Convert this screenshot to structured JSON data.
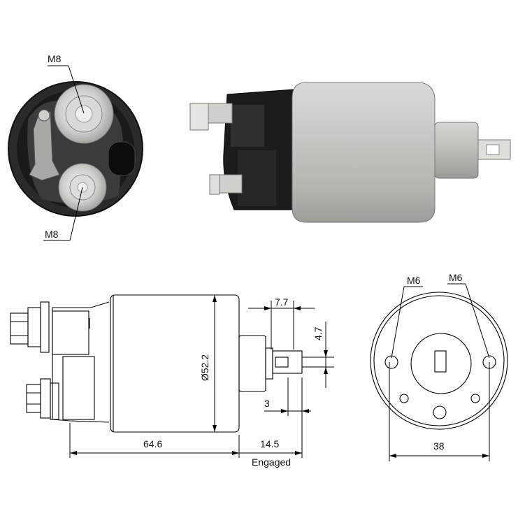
{
  "photo_front": {
    "label_top": "M8",
    "label_bottom": "M8"
  },
  "drawing_side": {
    "dim_length": "64.6",
    "dim_stroke": "14.5",
    "dim_stroke_note": "Engaged",
    "dim_diameter": "Ø52.2",
    "dim_tab_width": "7.7",
    "dim_tab_height": "4.7",
    "dim_tab_offset": "3"
  },
  "drawing_end": {
    "label_left": "M6",
    "label_right": "M6",
    "dim_spacing": "38"
  }
}
